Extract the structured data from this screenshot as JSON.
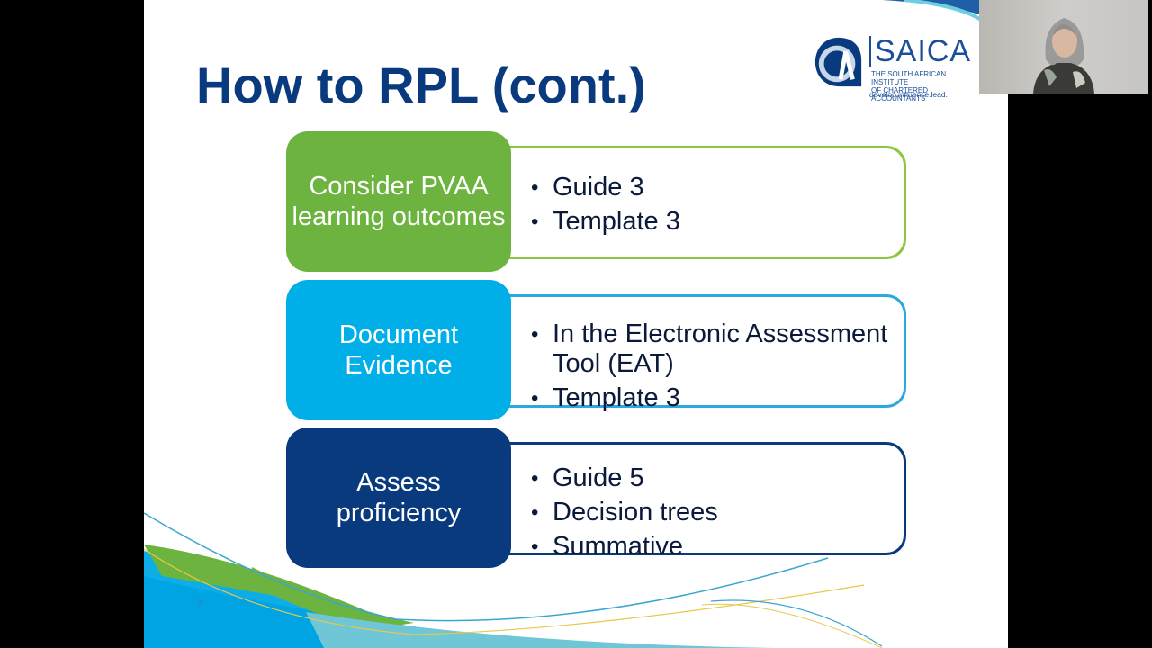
{
  "slide": {
    "title": "How to RPL (cont.)",
    "slide_number": "7",
    "logo": {
      "name": "SAICA",
      "subtitle_line1": "The South African Institute",
      "subtitle_line2": "of Chartered Accountants",
      "tagline": "develop.influence.lead.",
      "icon": "ca-monogram-icon"
    },
    "steps": [
      {
        "label": "Consider PVAA learning outcomes",
        "color": "#6db33f",
        "items": [
          "Guide 3",
          "Template 3"
        ]
      },
      {
        "label": "Document Evidence",
        "color": "#00aee8",
        "items": [
          "In the Electronic Assessment Tool (EAT)",
          "Template 3"
        ]
      },
      {
        "label": "Assess proficiency",
        "color": "#0a3a7e",
        "items": [
          "Guide 5",
          "Decision trees",
          "Summative"
        ]
      }
    ]
  },
  "webcam": {
    "participant": "presenter-video"
  }
}
